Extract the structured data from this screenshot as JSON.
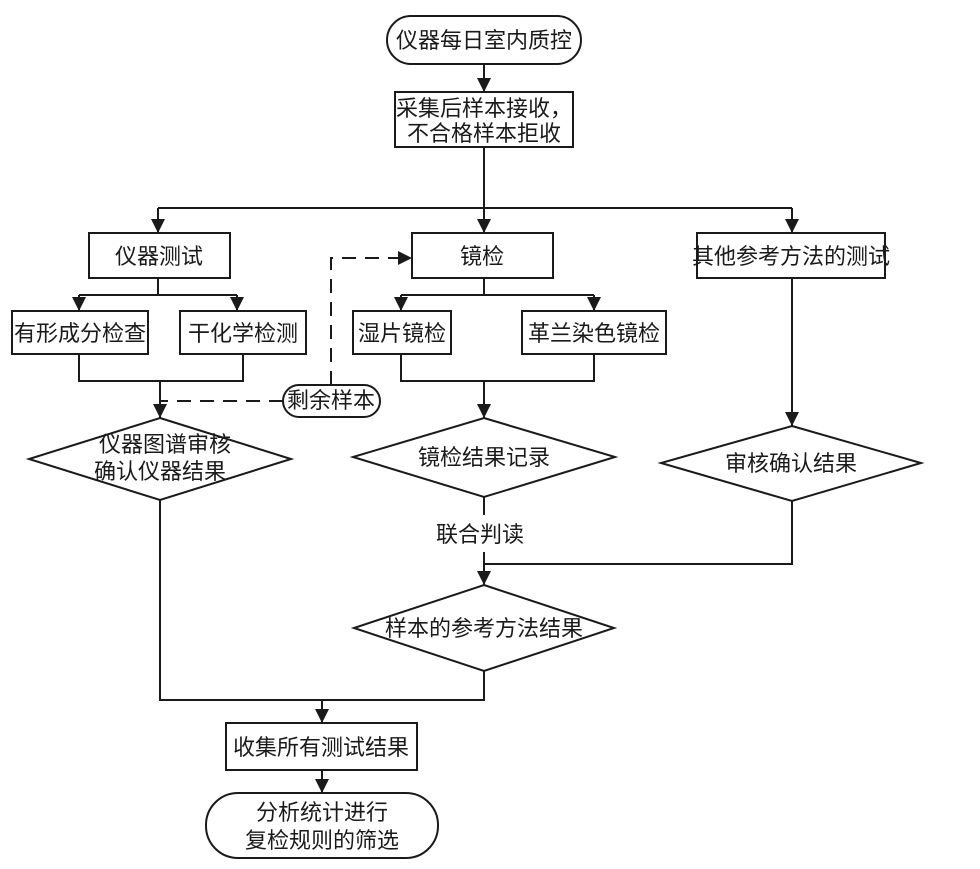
{
  "nodes": {
    "start": "仪器每日室内质控",
    "receive_line1": "采集后样本接收，",
    "receive_line2": "不合格样本拒收",
    "instrument_test": "仪器测试",
    "microscopy": "镜检",
    "other_methods": "其他参考方法的测试",
    "formed_elements": "有形成分检查",
    "dry_chemistry": "干化学检测",
    "wet_smear": "湿片镜检",
    "gram_stain": "革兰染色镜检",
    "remaining_sample": "剩余样本",
    "review_line1": "仪器图谱审核",
    "review_line2": "确认仪器结果",
    "microscopy_record": "镜检结果记录",
    "confirm_result": "审核确认结果",
    "joint_reading": "联合判读",
    "reference_result": "样本的参考方法结果",
    "collect_results": "收集所有测试结果",
    "analysis_line1": "分析统计进行",
    "analysis_line2": "复检规则的筛选"
  }
}
